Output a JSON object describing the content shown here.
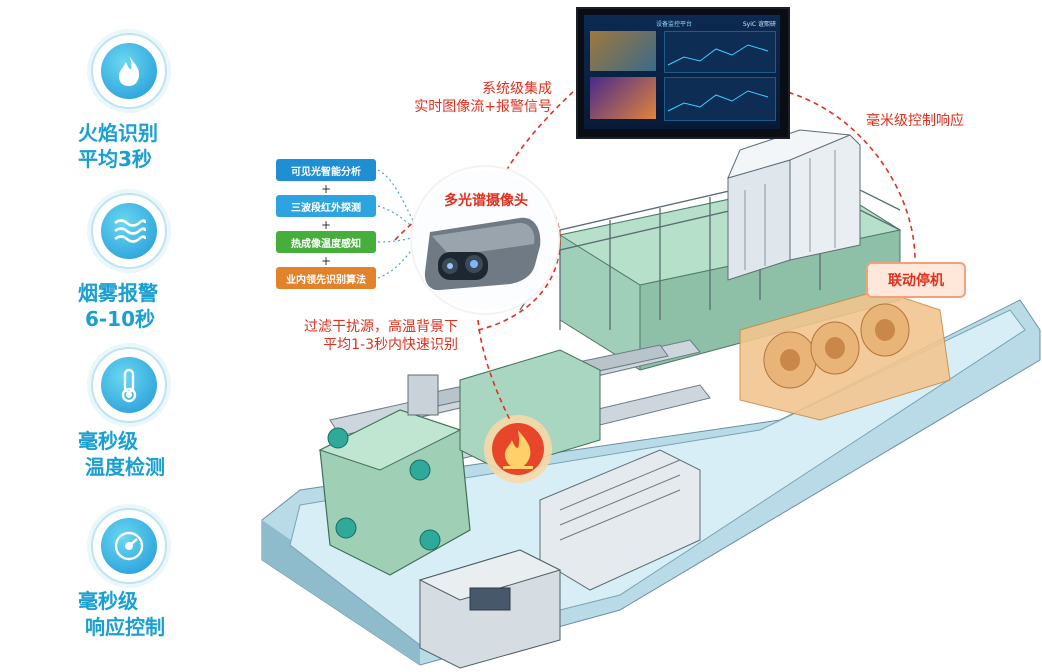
{
  "features": [
    {
      "icon": "flame-icon",
      "label": "火焰识别\n平均3秒"
    },
    {
      "icon": "waves-icon",
      "label": "烟雾报警\n 6-10秒"
    },
    {
      "icon": "thermometer-icon",
      "label": "毫秒级\n 温度检测"
    },
    {
      "icon": "gauge-icon",
      "label": "毫秒级\n 响应控制"
    }
  ],
  "camera": {
    "title": "多光谱摄像头"
  },
  "tech_list": [
    {
      "label": "可见光智能分析",
      "color": "#1e8fd2"
    },
    {
      "label": "三波段红外探测",
      "color": "#2ca4e0"
    },
    {
      "label": "热成像温度感知",
      "color": "#46ae3a"
    },
    {
      "label": "业内领先识别算法",
      "color": "#e2822a"
    }
  ],
  "plus_sign": "+",
  "annotations": {
    "system_integration": "系统级集成\n实时图像流+报警信号",
    "ms_control": "毫米级控制响应",
    "filter": "过滤干扰源，高温背景下\n平均1-3秒内快速识别",
    "linked_stop": "联动停机"
  },
  "monitor": {
    "screen_title": "设备监控平台",
    "brand": "SyiC 谊熙研"
  }
}
